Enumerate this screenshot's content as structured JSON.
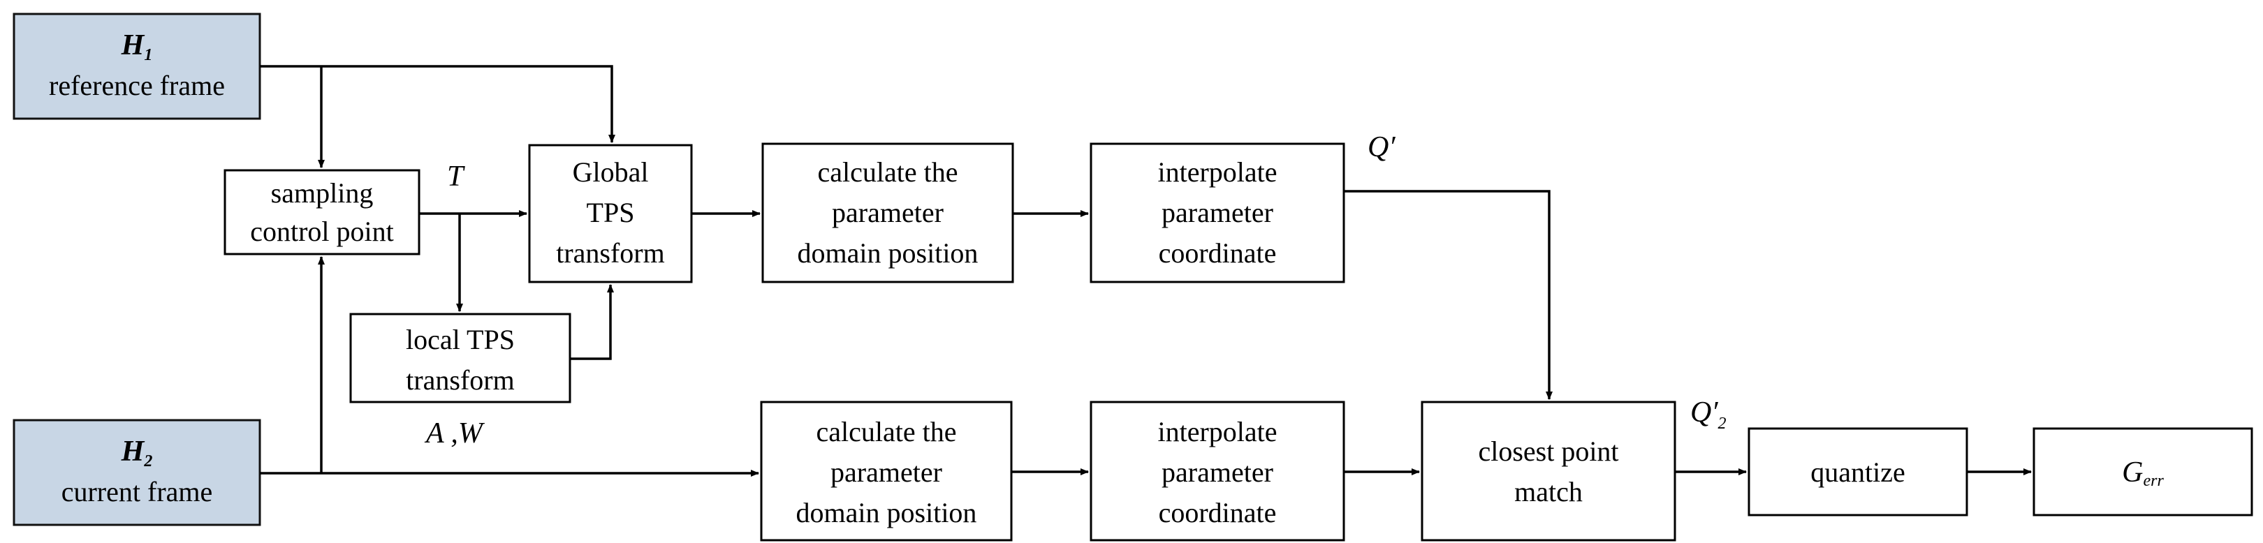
{
  "colors": {
    "input_fill": "#c8d6e5",
    "stroke": "#000000"
  },
  "inputs": {
    "h1": {
      "symbol": "H",
      "subscript": "1",
      "label": "reference frame"
    },
    "h2": {
      "symbol": "H",
      "subscript": "2",
      "label": "current frame"
    }
  },
  "blocks": {
    "sampling": [
      "sampling",
      "control point"
    ],
    "global_tps": [
      "Global",
      "TPS",
      "transform"
    ],
    "local_tps": [
      "local TPS",
      "transform"
    ],
    "calc_param_top": [
      "calculate the",
      "parameter",
      "domain position"
    ],
    "interp_top": [
      "interpolate",
      "parameter",
      "coordinate"
    ],
    "calc_param_bottom": [
      "calculate the",
      "parameter",
      "domain position"
    ],
    "interp_bottom": [
      "interpolate",
      "parameter",
      "coordinate"
    ],
    "closest": [
      "closest point",
      "match"
    ],
    "quantize": [
      "quantize"
    ],
    "output": {
      "symbol": "G",
      "subscript": "err"
    }
  },
  "signals": {
    "t": "T",
    "aw": "A ,W",
    "q_prime": "Q′",
    "q2_prime": {
      "symbol": "Q′",
      "subscript": "2"
    }
  }
}
